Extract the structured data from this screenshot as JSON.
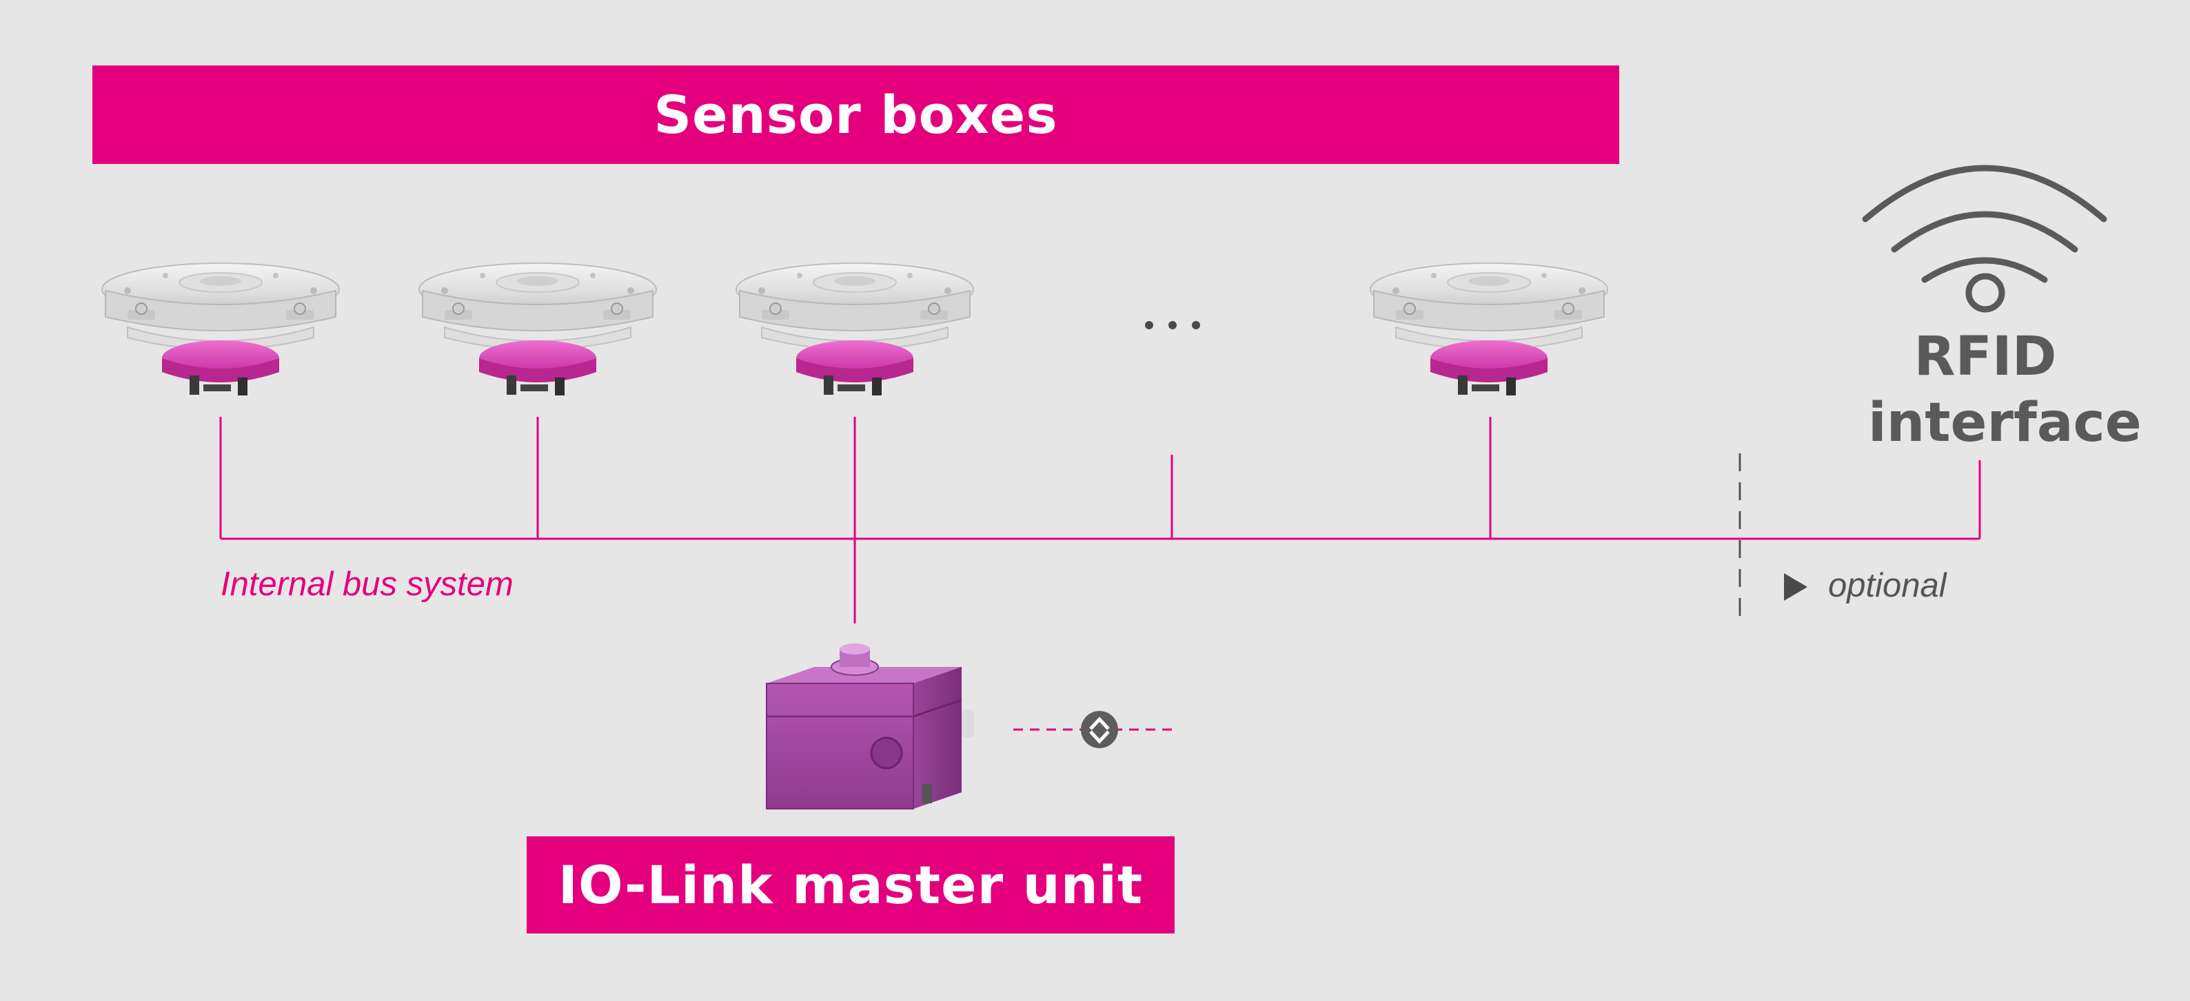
{
  "title": "Sensor boxes",
  "master_unit_label": "IO-Link master unit",
  "bus_label": "Internal bus system",
  "ellipsis": "...",
  "optional_label": "optional",
  "rfid": {
    "line1": "RFID",
    "line2": "interface"
  },
  "sensor_box_count": 4,
  "colors": {
    "accent": "#e4007d",
    "background": "#e6e6e6",
    "text_gray": "#5a5a5a",
    "device_purple": "#b049b0"
  },
  "icons": [
    "sensor-box",
    "io-link-master-box",
    "wifi-icon",
    "data-exchange-icon",
    "play-arrow-icon"
  ]
}
